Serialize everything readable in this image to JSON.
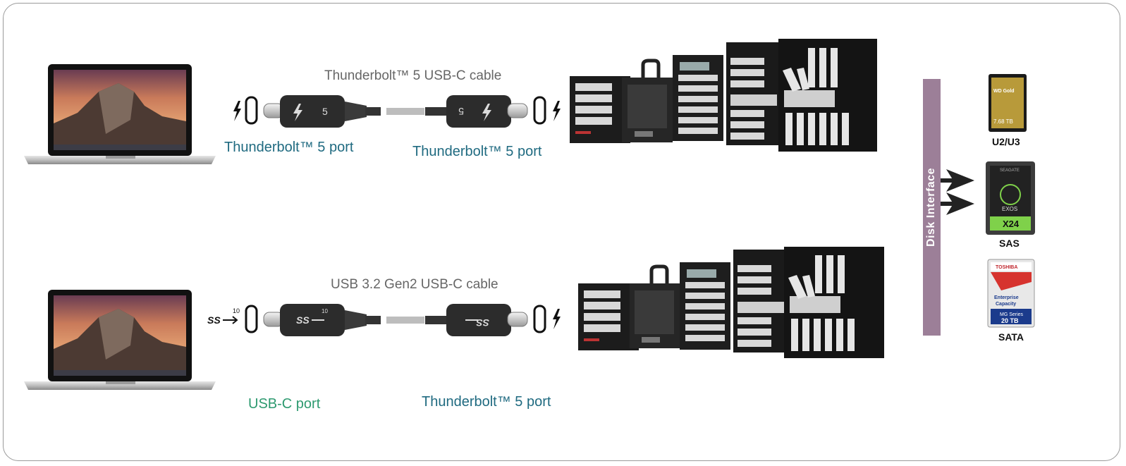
{
  "diagram": {
    "top_row": {
      "cable_label": "Thunderbolt™ 5 USB-C cable",
      "host_port_label": "Thunderbolt™ 5 port",
      "device_port_label": "Thunderbolt™ 5 port",
      "cable_marking": "5"
    },
    "bottom_row": {
      "cable_label": "USB 3.2 Gen2 USB-C cable",
      "host_port_label": "USB-C port",
      "device_port_label": "Thunderbolt™ 5 port",
      "cable_marking": "SS 10"
    },
    "disk_interface": {
      "label": "Disk Interface",
      "drives": [
        {
          "label": "U2/U3",
          "brand": "WD Gold",
          "capacity": "7.68 TB"
        },
        {
          "label": "SAS",
          "brand": "SEAGATE",
          "model": "EXOS",
          "capacity": "X24"
        },
        {
          "label": "SATA",
          "brand": "TOSHIBA",
          "series": "Enterprise Capacity",
          "model": "MG Series",
          "capacity": "20 TB"
        }
      ]
    },
    "icons": [
      "laptop-icon",
      "thunderbolt-icon",
      "usb-ss10-icon",
      "usb-c-port-icon",
      "storage-enclosure-icon",
      "arrow-icon"
    ],
    "colors": {
      "port_label": "#1f6a80",
      "usb_port_label": "#2e9a70",
      "disk_bar": "#9c7f98",
      "cable_label": "#666666"
    }
  }
}
